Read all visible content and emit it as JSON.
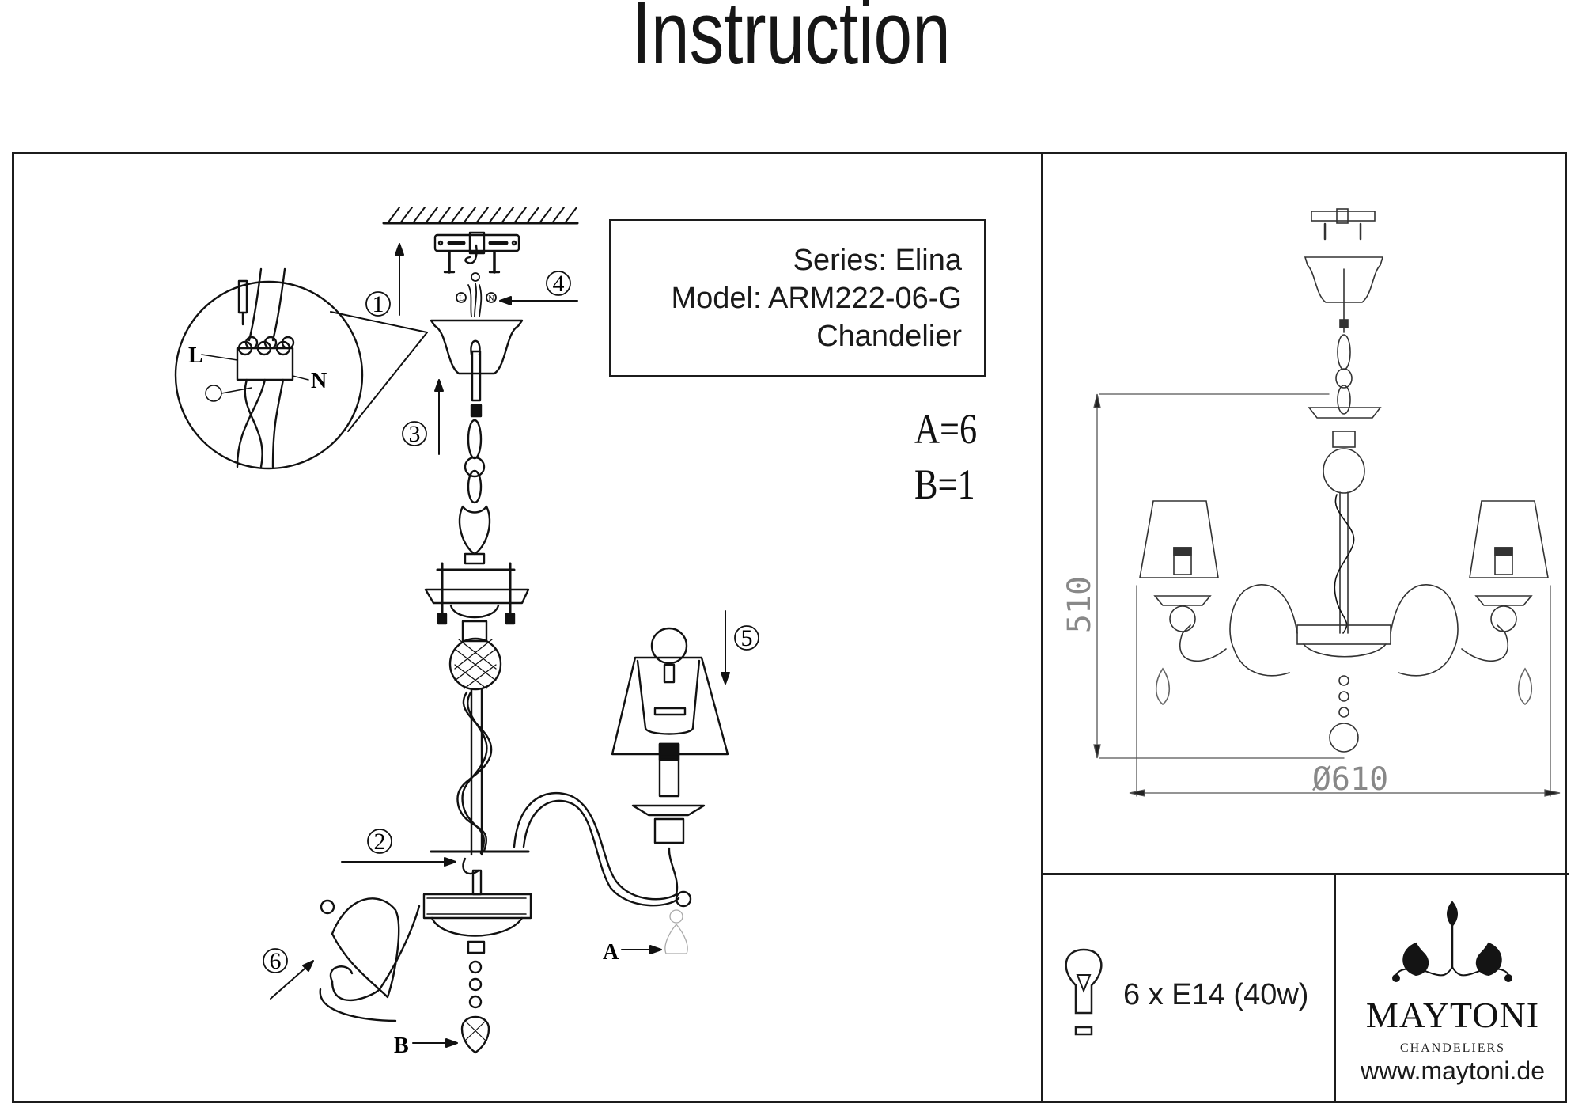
{
  "header": {
    "title": "Instruction"
  },
  "product_info": {
    "series": "Series: Elina",
    "model": "Model: ARM222-06-G",
    "type": "Chandelier"
  },
  "parts_count": {
    "a": "A=6",
    "b": "B=1"
  },
  "assembly_diagram": {
    "steps": [
      "1",
      "2",
      "3",
      "4",
      "5",
      "6"
    ],
    "part_labels": {
      "a": "A",
      "b": "B"
    },
    "wiring_labels": {
      "live": "L",
      "neutral": "N",
      "live_small": "L",
      "neutral_small": "N"
    }
  },
  "dimensions": {
    "height": "510",
    "diameter": "Ø610"
  },
  "lamp_spec": {
    "text": "6 x E14 (40w)",
    "icon": "light-bulb-icon"
  },
  "brand": {
    "name": "MAYTONI",
    "subtitle": "CHANDELIERS",
    "url": "www.maytoni.de",
    "icon": "chandelier-ornament-icon"
  }
}
